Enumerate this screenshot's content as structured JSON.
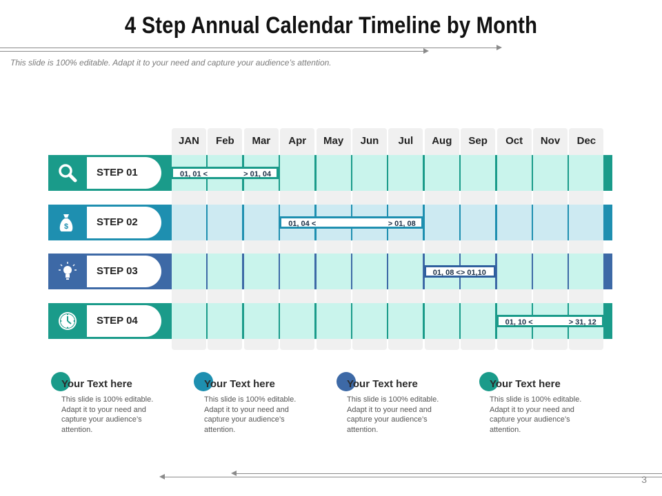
{
  "title": "4 Step Annual Calendar Timeline by Month",
  "subtitle": "This slide is 100% editable. Adapt it to your need and capture your audience’s attention.",
  "months": [
    "JAN",
    "Feb",
    "Mar",
    "Apr",
    "May",
    "Jun",
    "Jul",
    "Aug",
    "Sep",
    "Oct",
    "Nov",
    "Dec"
  ],
  "steps": [
    {
      "label": "STEP 01",
      "icon": "magnifier-icon",
      "color": "#1a9b8a",
      "band": "#c9f4ec",
      "range_start": "01, 01 <",
      "range_end": "> 01, 04",
      "range_border": "#1a9b8a"
    },
    {
      "label": "STEP 02",
      "icon": "money-bag-icon",
      "color": "#1e8fb0",
      "band": "#cdeaf2",
      "range_start": "01, 04 <",
      "range_end": "> 01, 08",
      "range_border": "#1e8fb0"
    },
    {
      "label": "STEP 03",
      "icon": "lightbulb-icon",
      "color": "#3d69a6",
      "band": "#c9f4ec",
      "range_start": "01, 08 <> 01,10",
      "range_end": "",
      "range_border": "#2f5f9e"
    },
    {
      "label": "STEP 04",
      "icon": "clock-icon",
      "color": "#1a9b8a",
      "band": "#c9f4ec",
      "range_start": "01, 10 <",
      "range_end": "> 31, 12",
      "range_border": "#1a9b8a"
    }
  ],
  "notes": [
    {
      "heading": "Your Text here",
      "body": "This slide is 100% editable. Adapt it to your need and capture your audience’s attention.",
      "color": "#1a9b8a"
    },
    {
      "heading": "Your Text here",
      "body": "This slide is 100% editable. Adapt it to your need and capture your audience’s attention.",
      "color": "#1e8fb0"
    },
    {
      "heading": "Your Text here",
      "body": "This slide is 100% editable. Adapt it to your need and capture your audience’s attention.",
      "color": "#3d69a6"
    },
    {
      "heading": "Your Text here",
      "body": "This slide is 100% editable. Adapt it to your need and capture your audience’s attention.",
      "color": "#1a9b8a"
    }
  ],
  "page_number": "3"
}
